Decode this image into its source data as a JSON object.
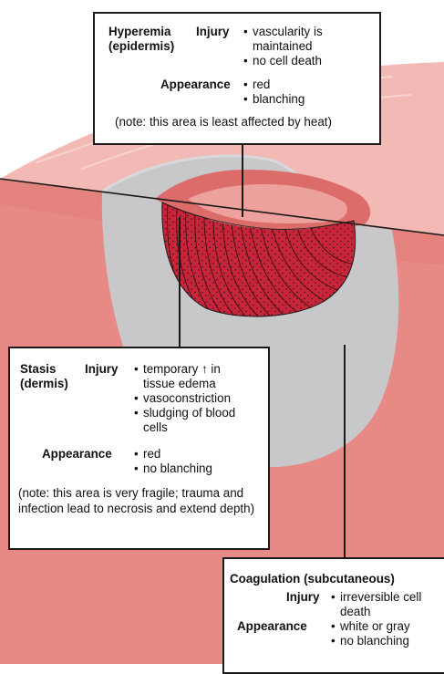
{
  "colors": {
    "skin_top": "#f2b9b5",
    "skin_side": "#e78984",
    "skin_rim": "#dc6c69",
    "wound_gray": "#c8c8ca",
    "wound_edge": "#d9d9db",
    "coag_red": "#c8243a",
    "outline": "#1a1a1a"
  },
  "hyperemia": {
    "title": "Hyperemia",
    "subtitle": "(epidermis)",
    "injury_label": "Injury",
    "injury_items": [
      "vascularity is maintained",
      "no cell death"
    ],
    "appearance_label": "Appearance",
    "appearance_items": [
      "red",
      "blanching"
    ],
    "note": "(note: this area is least affected by heat)"
  },
  "stasis": {
    "title": "Stasis",
    "subtitle": "(dermis)",
    "injury_label": "Injury",
    "injury_items": [
      "temporary ↑ in tissue edema",
      "vasoconstriction",
      "sludging of blood cells"
    ],
    "appearance_label": "Appearance",
    "appearance_items": [
      "red",
      "no blanching"
    ],
    "note": "(note: this area is very fragile; trauma and infection lead to necrosis and extend depth)"
  },
  "coagulation": {
    "title": "Coagulation (subcutaneous)",
    "injury_label": "Injury",
    "injury_items": [
      "irreversible cell death"
    ],
    "appearance_label": "Appearance",
    "appearance_items": [
      "white or gray",
      "no blanching"
    ]
  }
}
